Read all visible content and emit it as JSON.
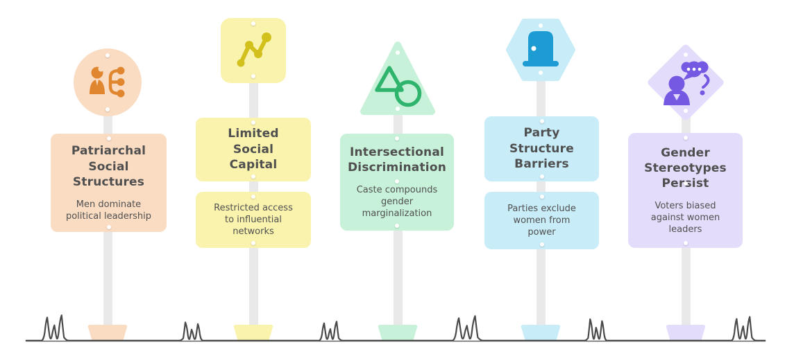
{
  "page": {
    "title": "Barriers to Women in Politics infographic",
    "background": "#ffffff"
  },
  "theme": {
    "pole_color": "#e9e9e9",
    "text_color": "#4f4f4f",
    "ground_color": "#4a4a4a",
    "screw_color": "#ffffff"
  },
  "signposts": [
    {
      "shape": "circle",
      "icon": "people-network-icon",
      "title": "Patriarchal\nSocial\nStructures",
      "description": "Men dominate\npolitical leadership",
      "colors": {
        "bg": "#fadcc3",
        "accent": "#e0862f"
      }
    },
    {
      "shape": "rounded-square",
      "icon": "trend-nodes-icon",
      "title": "Limited\nSocial\nCapital",
      "description": "Restricted access\nto influential\nnetworks",
      "colors": {
        "bg": "#faf3ae",
        "accent": "#d2c11d"
      }
    },
    {
      "shape": "triangle",
      "icon": "overlapping-triangle-circle-icon",
      "title": "Intersectional\nDiscrimination",
      "description": "Caste compounds\ngender\nmarginalization",
      "colors": {
        "bg": "#c7f2d9",
        "accent": "#2fb46d"
      }
    },
    {
      "shape": "hexagon",
      "icon": "closed-door-icon",
      "title": "Party\nStructure\nBarriers",
      "description": "Parties exclude\nwomen from\npower",
      "colors": {
        "bg": "#c8ecf8",
        "accent": "#1d9cd4"
      }
    },
    {
      "shape": "diamond",
      "icon": "woman-question-thought-icon",
      "title": "Gender\nStereotypes\nPersist",
      "description": "Voters biased\nagainst women\nleaders",
      "colors": {
        "bg": "#e3dcfb",
        "accent": "#7659e3"
      }
    }
  ]
}
